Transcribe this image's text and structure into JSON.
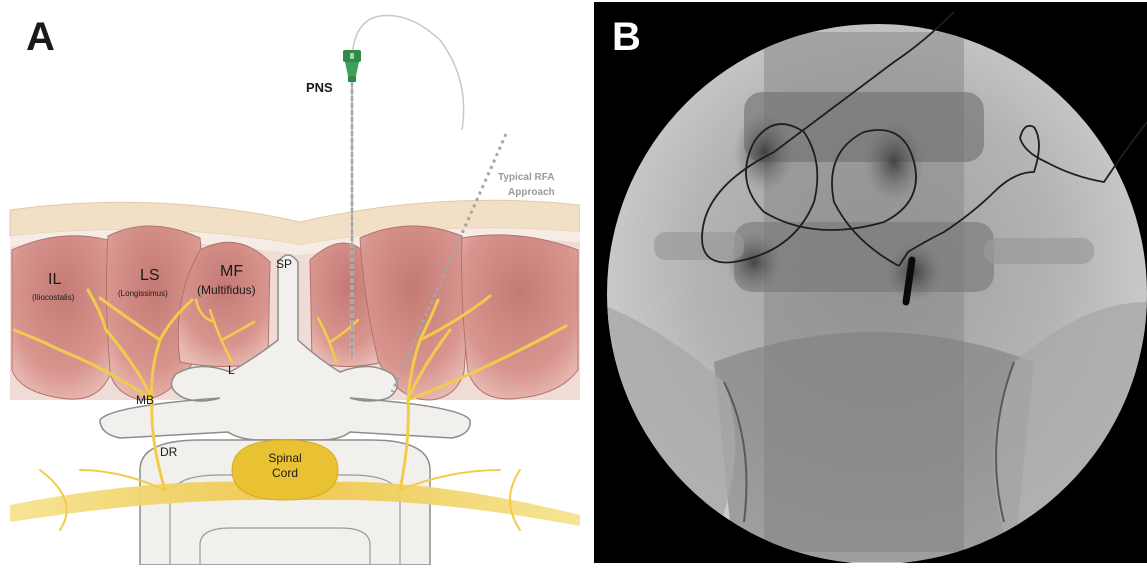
{
  "panel_a": {
    "letter": "A",
    "labels": {
      "pns": "PNS",
      "rfa_line1": "Typical RFA",
      "rfa_line2": "Approach",
      "il": "IL",
      "il_full": "(Iliocostalis)",
      "ls": "LS",
      "ls_full": "(Longissimus)",
      "mf": "MF",
      "mf_full": "(Multifidus)",
      "sp": "SP",
      "l": "L",
      "mb": "MB",
      "dr": "DR",
      "cord_line1": "Spinal",
      "cord_line2": "Cord"
    },
    "colors": {
      "skin": "#f1dfc6",
      "muscle": "#d08a84",
      "muscle_light": "#ecc8c1",
      "nerve": "#f1cc4c",
      "bone": "#f2f0ec",
      "spinal_cord": "#e9c234",
      "lead": "#2f8a4a",
      "rfa_line": "#a6a6a6"
    }
  },
  "panel_b": {
    "letter": "B",
    "colors": {
      "background": "#000000",
      "field": "#b9b9b9"
    }
  }
}
